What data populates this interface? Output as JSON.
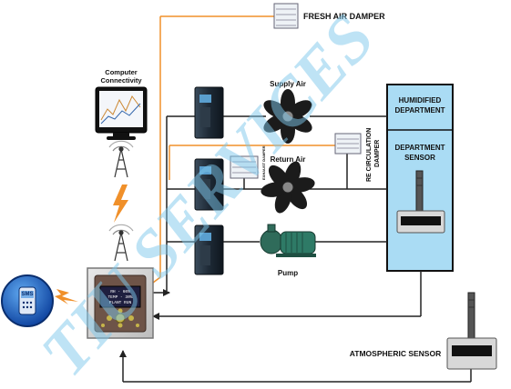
{
  "labels": {
    "fresh_air_damper": "FRESH AIR DAMPER",
    "computer_connectivity_line1": "Computer",
    "computer_connectivity_line2": "Connectivity",
    "supply_air": "Supply  Air",
    "return_air": "Return Air",
    "pump": "Pump",
    "exhaust_damper": "EXHAUST DAMPER",
    "recirculation_damper_line1": "RE CIRCULATION",
    "recirculation_damper_line2": "DAMPER",
    "humidified_department_line1": "HUMIDIFIED",
    "humidified_department_line2": "DEPARTMENT",
    "department_sensor_line1": "DEPARTMENT",
    "department_sensor_line2": "SENSOR",
    "atmospheric_sensor": "ATMOSPHERIC SENSOR",
    "sms_badge": "SMS"
  },
  "controller": {
    "screen_line1": "RH - 60%",
    "screen_line2": "TEMP - 30%",
    "screen_line3": "PLANT RUN"
  },
  "watermark": "TIU SERVICES",
  "colors": {
    "department_fill": "#aadcf4",
    "signal_line": "#f0902a",
    "wire_line": "#222222",
    "watermark": "#7ec8ec"
  }
}
